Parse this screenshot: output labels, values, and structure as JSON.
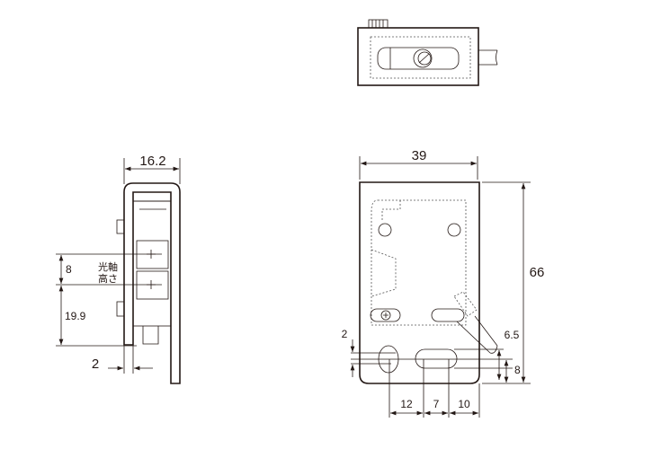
{
  "side_view": {
    "width_dim": "16.2",
    "axis_pitch_dim": "8",
    "axis_height_dim": "19.9",
    "thickness_dim": "2",
    "axis_label_line1": "光軸",
    "axis_label_line2": "高さ"
  },
  "front_view": {
    "width_dim": "39",
    "height_dim": "66",
    "hole_offset_dim": "2",
    "cable_dim": "6.5",
    "slot_height_dim": "8",
    "hole_pos_dim": "12",
    "slot_len_dim": "7",
    "slot_edge_dim": "10"
  },
  "colors": {
    "line": "#231815"
  }
}
